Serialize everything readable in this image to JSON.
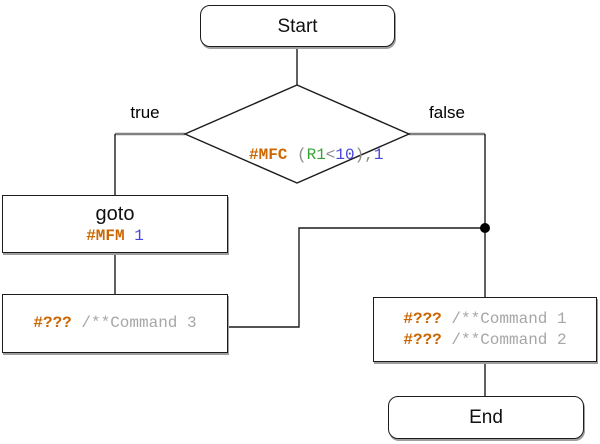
{
  "colors": {
    "keyword_orange": "#CC6600",
    "variable_green": "#33A333",
    "number_blue": "#4545DD",
    "punctuation_gray": "#8C8C8C",
    "comment_gray": "#A6A6A6",
    "edge_line_gray": "#808080",
    "line_black": "#1C1C1C"
  },
  "nodes": {
    "start": {
      "label": "Start"
    },
    "decision": {
      "kw": "#MFC",
      "open": " (",
      "var": "R1",
      "op": "<",
      "num": "10",
      "close": "),",
      "arg": "1"
    },
    "goto": {
      "title": "goto",
      "code_kw": "#MFM",
      "code_sep": " ",
      "code_arg": "1"
    },
    "cmd3": {
      "kw": "#???",
      "comment": " /**Command 3"
    },
    "cmd12": {
      "lines": [
        {
          "kw": "#???",
          "comment": " /**Command 1"
        },
        {
          "kw": "#???",
          "comment": " /**Command 2"
        }
      ]
    },
    "end": {
      "label": "End"
    }
  },
  "edges": {
    "true_label": "true",
    "false_label": "false"
  }
}
